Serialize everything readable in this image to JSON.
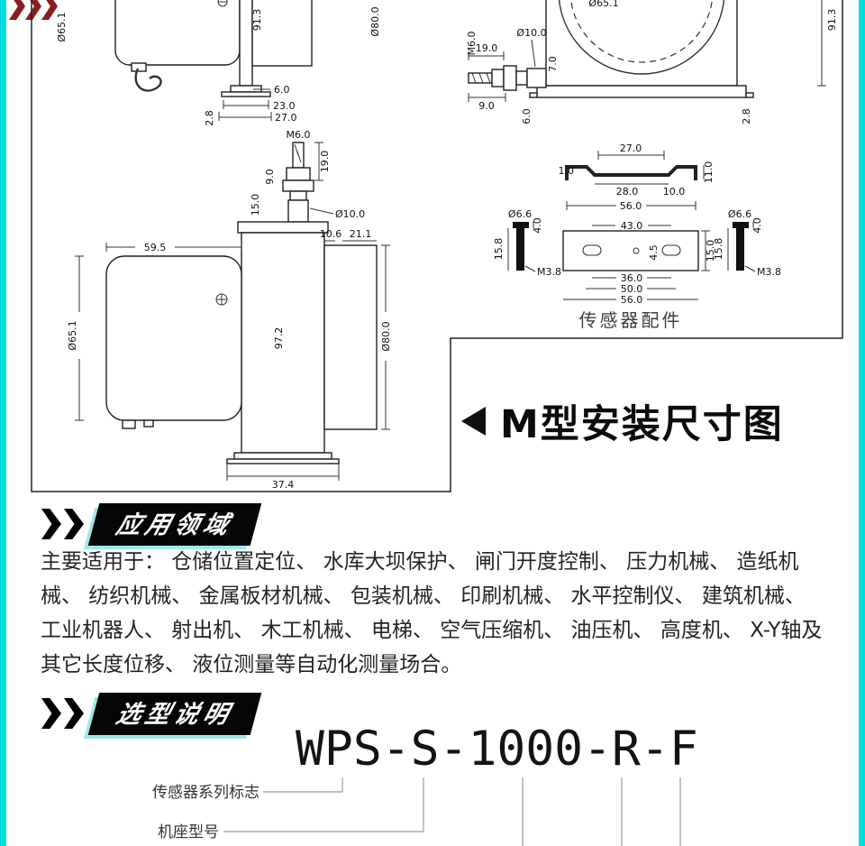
{
  "page": {
    "bg": "#ffffff",
    "accent": "#00dde0",
    "chevron_red": "#8c1d1d"
  },
  "diagram": {
    "title": "M型安装尺寸图",
    "accessories_label": "传感器配件",
    "side_view": {
      "dia_drum": "Ø65.1",
      "height": "91.3",
      "dia_cyl": "Ø80.0",
      "d6": "6.0",
      "d28": "2.8",
      "d23": "23.0",
      "d27": "27.0"
    },
    "front_view": {
      "dia_drum": "Ø65.1",
      "thread": "M6.0",
      "d19": "19.0",
      "dia_shaft": "Ø10.0",
      "d7": "7.0",
      "d9": "9.0",
      "d6": "6.0",
      "d28": "2.8",
      "height": "91.3"
    },
    "m_view": {
      "thread": "M6.0",
      "d19": "19.0",
      "d9": "9.0",
      "d15": "15.0",
      "dia_shaft": "Ø10.0",
      "d106": "10.6",
      "d211": "21.1",
      "d595": "59.5",
      "d972": "97.2",
      "dia_drum": "Ø65.1",
      "dia_cyl": "Ø80.0",
      "d374": "37.4"
    },
    "bracket": {
      "d27": "27.0",
      "d1": "1.0",
      "d28": "28.0",
      "d10": "10.0",
      "d11": "11.0",
      "d56": "56.0"
    },
    "pin_left": {
      "dia": "Ø6.6",
      "d4": "4.0",
      "d158": "15.8",
      "thread": "M3.8"
    },
    "pin_right": {
      "dia": "Ø6.6",
      "d4": "4.0",
      "d158": "15.8",
      "thread": "M3.8"
    },
    "plate": {
      "d43": "43.0",
      "d45": "4.5",
      "d15": "15.0",
      "d36": "36.0",
      "d50": "50.0",
      "d56": "56.0"
    }
  },
  "sections": {
    "application": {
      "title": "应用领域",
      "body": "主要适用于： 仓储位置定位、 水库大坝保护、 闸门开度控制、 压力机械、 造纸机械、 纺织机械、 金属板材机械、 包装机械、 印刷机械、 水平控制仪、 建筑机械、 工业机器人、 射出机、 木工机械、 电梯、 空气压缩机、 油压机、 高度机、 X-Y轴及其它长度位移、 液位测量等自动化测量场合。"
    },
    "selection": {
      "title": "选型说明",
      "model_code": "WPS-S-1000-R-F",
      "callouts": [
        {
          "label": "传感器系列标志"
        },
        {
          "label": "机座型号"
        }
      ]
    }
  }
}
